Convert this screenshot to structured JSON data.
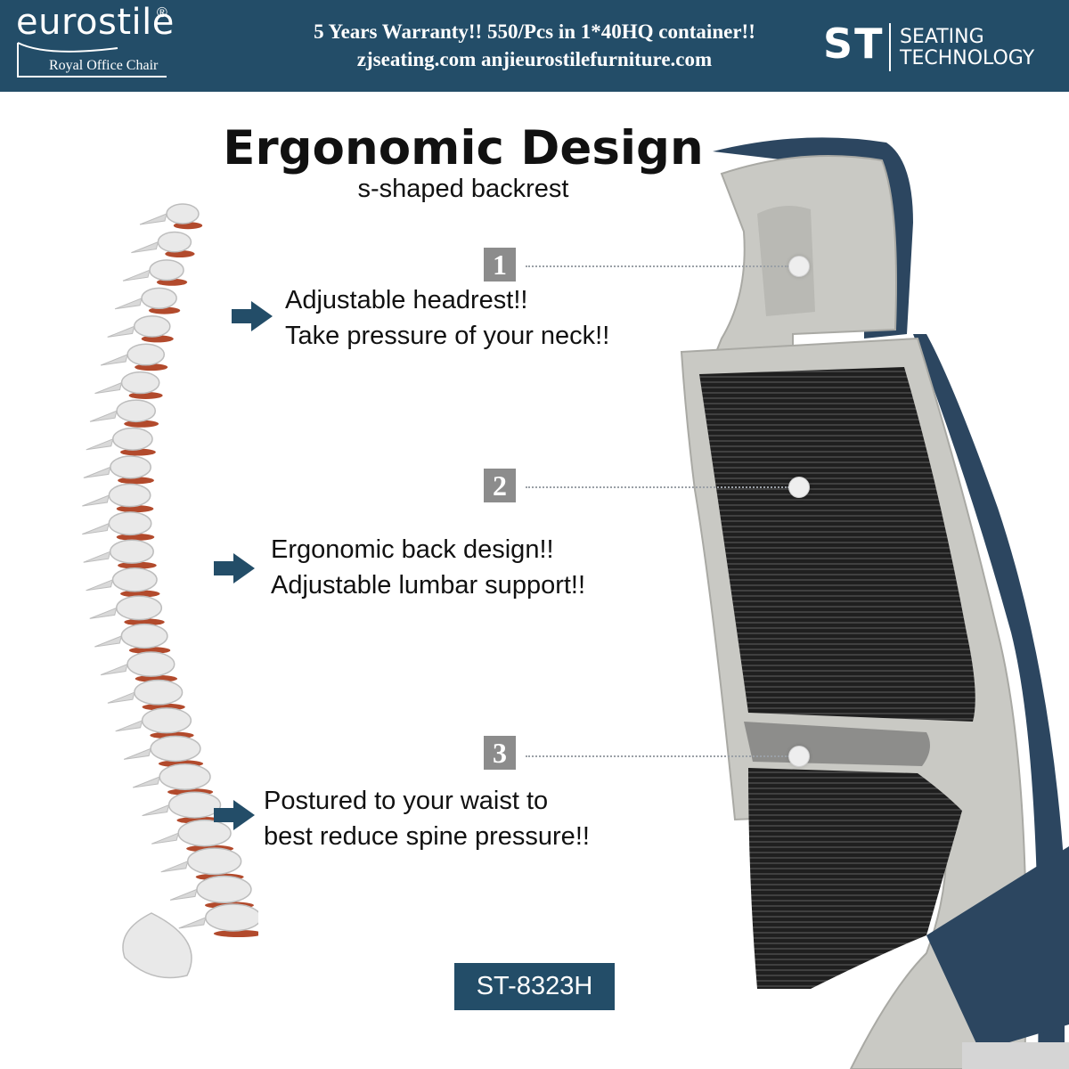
{
  "header": {
    "brand": "eurostile",
    "registered": "®",
    "brand_sub": "Royal Office Chair",
    "promo_line1": "5 Years Warranty!!  550/Pcs in 1*40HQ container!!",
    "promo_line2": "zjseating.com  anjieurostilefurniture.com",
    "st_mark": "ST",
    "st_line1": "SEATING",
    "st_line2": "TECHNOLOGY"
  },
  "headline": {
    "title": "Ergonomic Design",
    "subtitle": "s-shaped backrest"
  },
  "features": [
    {
      "number": "1",
      "line1": "Adjustable headrest!!",
      "line2": "Take pressure of your neck!!"
    },
    {
      "number": "2",
      "line1": "Ergonomic back design!!",
      "line2": "Adjustable lumbar support!!"
    },
    {
      "number": "3",
      "line1": "Postured to your waist to",
      "line2": "best reduce spine pressure!!"
    }
  ],
  "model": "ST-8323H",
  "colors": {
    "brand_navy": "#234d68",
    "number_gray": "#8c8c8c",
    "chair_frame": "#c9c9c4",
    "chair_mesh": "#2b2b2b",
    "upholstery_blue": "#2c4660",
    "spine_bone": "#e9e9e9",
    "spine_disc": "#b24a2c"
  },
  "icons": {
    "arrow": "right-arrow-icon",
    "marker": "marker-dot-icon"
  }
}
